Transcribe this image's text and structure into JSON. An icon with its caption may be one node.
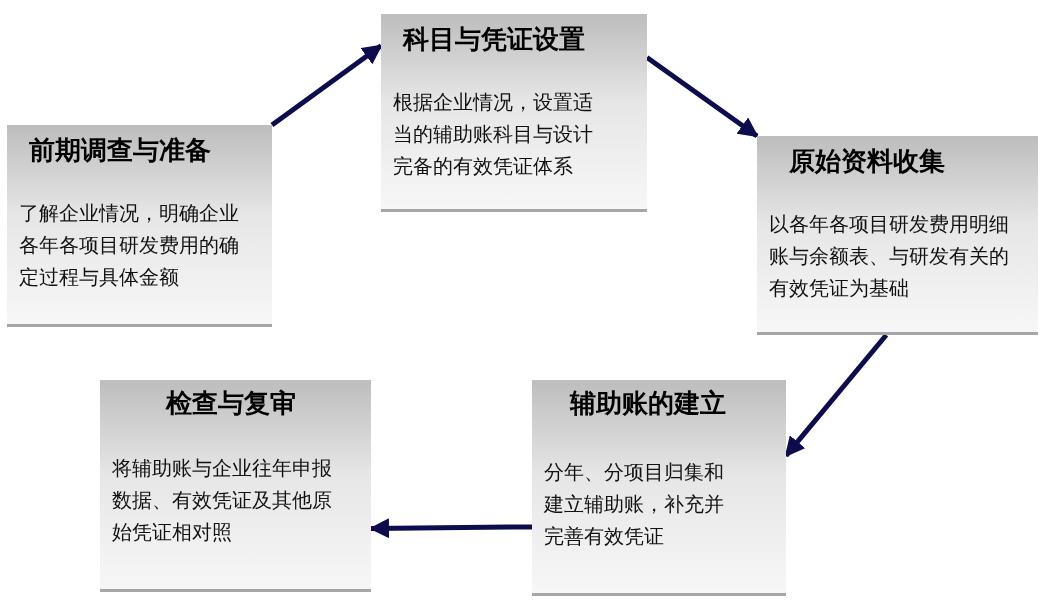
{
  "diagram": {
    "nodes": [
      {
        "text": [
          "前期调查与准备",
          "了解企业情况，明确企业各年各项目研发费用的确定过程与具体金额"
        ]
      },
      {
        "text": [
          "科目与凭证设置",
          "根据企业情况，设置适当的辅助账科目与设计完备的有效凭证体系"
        ]
      },
      {
        "text": [
          "原始资料收集",
          "以各年各项目研发费用明细账与余额表、与研发有关的有效凭证为基础"
        ]
      },
      {
        "text": [
          "辅助账的建立",
          "分年、分项目归集和建立辅助账，补充并完善有效凭证"
        ]
      },
      {
        "text": [
          "检查与复审",
          "将辅助账与企业往年申报数据、有效凭证及其他原始凭证相对照"
        ]
      }
    ],
    "edges": [
      {
        "from": 0,
        "to": 1,
        "arrow": "to"
      },
      {
        "from": 1,
        "to": 2,
        "arrow": "to"
      },
      {
        "from": 2,
        "to": 3,
        "arrow": "to"
      },
      {
        "from": 3,
        "to": 4,
        "arrow": "to"
      }
    ]
  }
}
